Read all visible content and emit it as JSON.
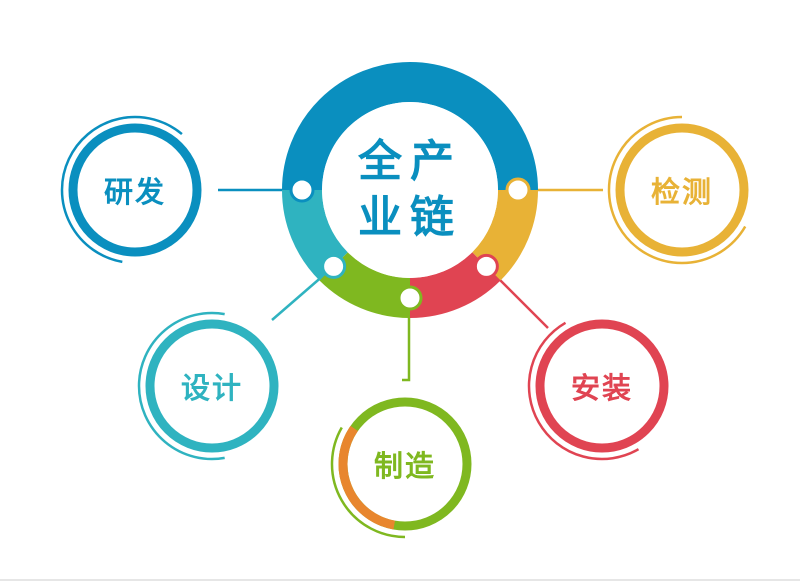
{
  "center": {
    "line1": "全产",
    "line2": "业链"
  },
  "nodes": [
    {
      "id": "research",
      "label": "研发",
      "color": "#0a8fbf"
    },
    {
      "id": "design",
      "label": "设计",
      "color": "#2fb3c0"
    },
    {
      "id": "manufacture",
      "label": "制造",
      "color": "#7fb820"
    },
    {
      "id": "install",
      "label": "安装",
      "color": "#e04452"
    },
    {
      "id": "inspect",
      "label": "检测",
      "color": "#e8b236"
    }
  ],
  "colors": {
    "accent_orange": "#e8862e"
  }
}
